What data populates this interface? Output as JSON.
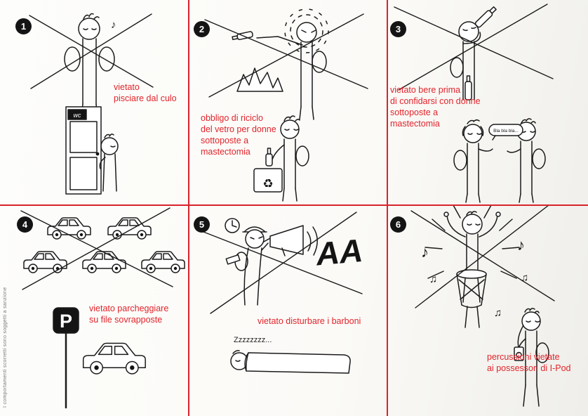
{
  "poster": {
    "side_note": "I comportamenti scorretti sono soggetti a sanzione",
    "colors": {
      "accent_red": "#d9232b",
      "ink": "#1b1b1b"
    }
  },
  "icons": {
    "music_note": "♪",
    "double_music_note": "♫",
    "recycle": "♻"
  },
  "panels": [
    {
      "number": "1",
      "caption": "vietato\npisciare dal culo",
      "door_sign": "wc"
    },
    {
      "number": "2",
      "caption": "obbligo di riciclo\ndel vetro per donne\nsottoposte a\nmastectomia"
    },
    {
      "number": "3",
      "caption": "vietato bere prima\ndi confidarsi con donne\nsottoposte a\nmastectomia",
      "speech": "Bla bla bla..."
    },
    {
      "number": "4",
      "caption": "vietato parcheggiare\nsu file sovrapposte",
      "parking_sign": "P"
    },
    {
      "number": "5",
      "caption": "vietato disturbare i barboni",
      "shout": "AA",
      "snore": "Zzzzzzzz..."
    },
    {
      "number": "6",
      "caption": "percussioni vietate\nai possessori di I-Pod"
    }
  ]
}
